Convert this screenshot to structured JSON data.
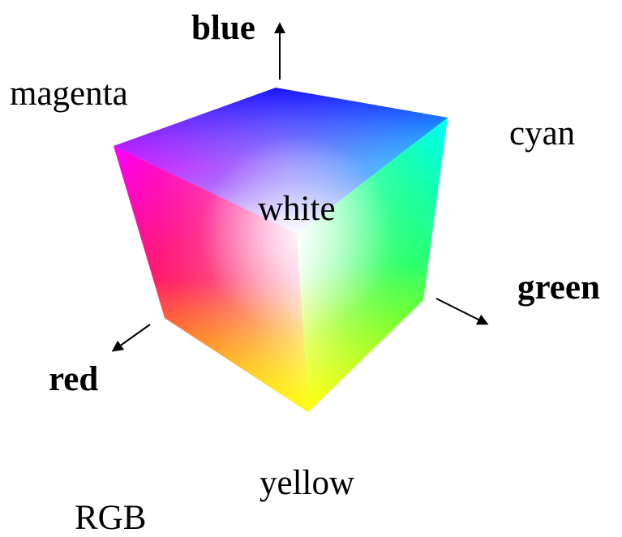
{
  "diagram": {
    "model_name": "RGB",
    "axes": {
      "blue": "blue",
      "green": "green",
      "red": "red"
    },
    "corners": {
      "magenta": "magenta",
      "cyan": "cyan",
      "white": "white",
      "yellow": "yellow"
    },
    "colors": {
      "red": "#ff0000",
      "green": "#00ff00",
      "blue": "#0000ff",
      "cyan": "#00ffff",
      "magenta": "#ff00ff",
      "yellow": "#ffff00",
      "white": "#ffffff",
      "arrow": "#000000"
    }
  }
}
